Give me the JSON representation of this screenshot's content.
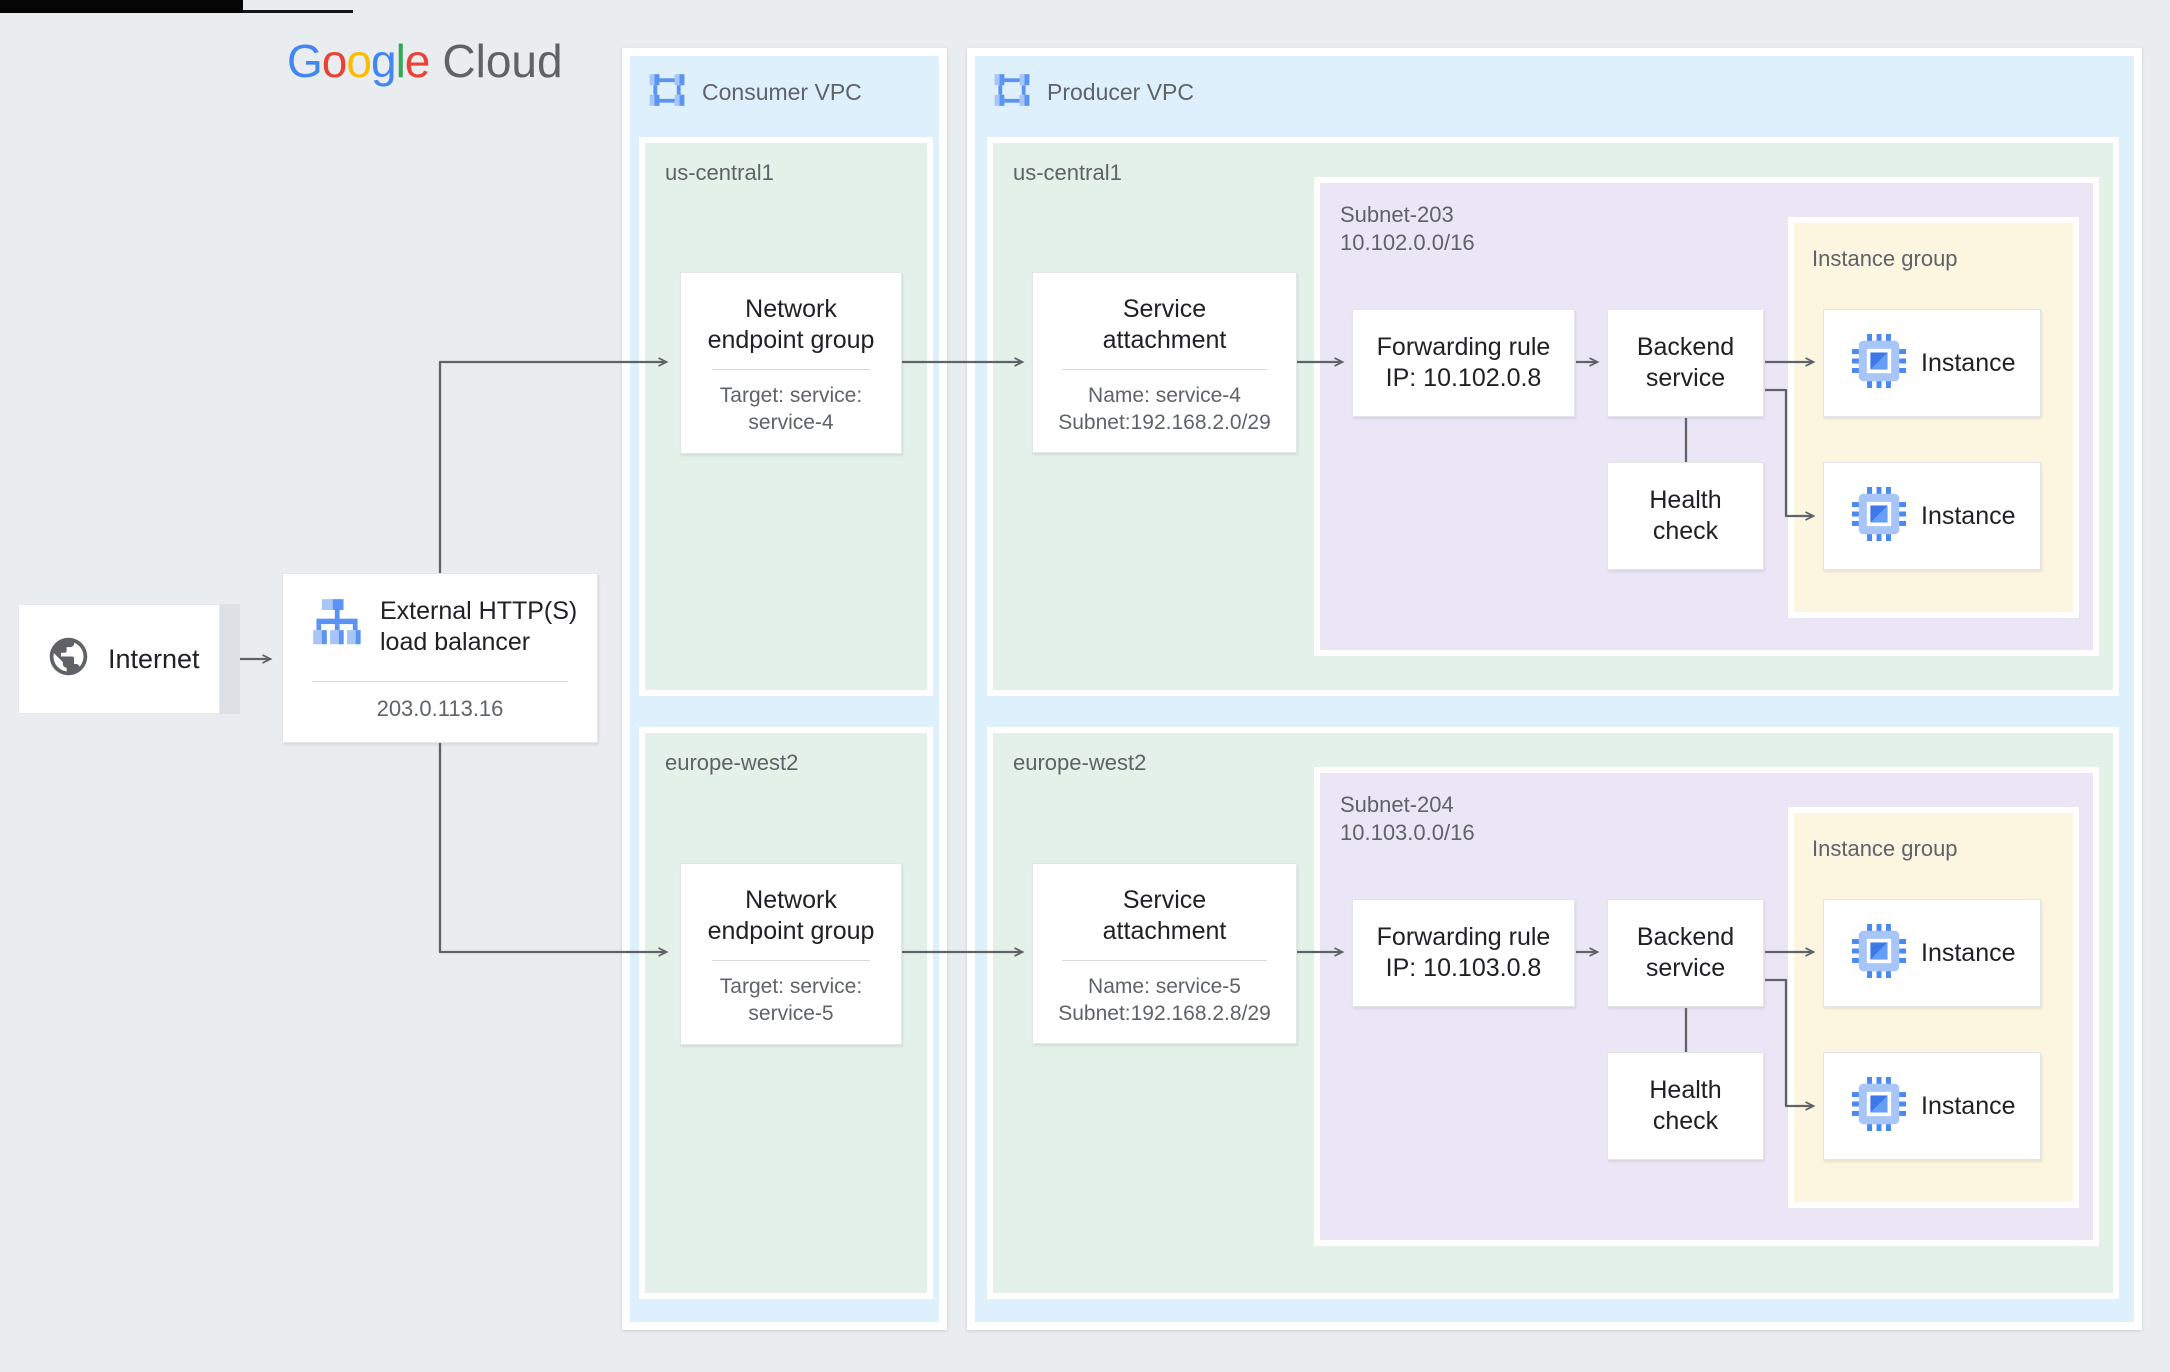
{
  "header": {
    "logo": {
      "g1": "G",
      "g2": "o",
      "g3": "o",
      "g4": "g",
      "g5": "l",
      "g6": "e",
      "cloud": "Cloud"
    }
  },
  "internet": {
    "label": "Internet"
  },
  "load_balancer": {
    "title1": "External HTTP(S)",
    "title2": "load balancer",
    "ip": "203.0.113.16"
  },
  "consumer_vpc": {
    "label": "Consumer VPC",
    "regions": [
      {
        "name": "us-central1",
        "neg": {
          "title1": "Network",
          "title2": "endpoint group",
          "detail1": "Target: service:",
          "detail2": "service-4"
        }
      },
      {
        "name": "europe-west2",
        "neg": {
          "title1": "Network",
          "title2": "endpoint group",
          "detail1": "Target: service:",
          "detail2": "service-5"
        }
      }
    ]
  },
  "producer_vpc": {
    "label": "Producer VPC",
    "regions": [
      {
        "name": "us-central1",
        "service_attachment": {
          "title1": "Service",
          "title2": "attachment",
          "detail1": "Name: service-4",
          "detail2": "Subnet:192.168.2.0/29"
        },
        "subnet": {
          "name": "Subnet-203",
          "cidr": "10.102.0.0/16"
        },
        "forwarding_rule": {
          "line1": "Forwarding rule",
          "line2": "IP: 10.102.0.8"
        },
        "backend_service": {
          "line1": "Backend",
          "line2": "service"
        },
        "health_check": {
          "line1": "Health",
          "line2": "check"
        },
        "instance_group": {
          "label": "Instance group",
          "instance1": "Instance",
          "instance2": "Instance"
        }
      },
      {
        "name": "europe-west2",
        "service_attachment": {
          "title1": "Service",
          "title2": "attachment",
          "detail1": "Name: service-5",
          "detail2": "Subnet:192.168.2.8/29"
        },
        "subnet": {
          "name": "Subnet-204",
          "cidr": "10.103.0.0/16"
        },
        "forwarding_rule": {
          "line1": "Forwarding rule",
          "line2": "IP: 10.103.0.8"
        },
        "backend_service": {
          "line1": "Backend",
          "line2": "service"
        },
        "health_check": {
          "line1": "Health",
          "line2": "check"
        },
        "instance_group": {
          "label": "Instance group",
          "instance1": "Instance",
          "instance2": "Instance"
        }
      }
    ]
  },
  "colors": {
    "page_bg": "#e9edf0",
    "vpc_fill": "#def0fb",
    "region_fill": "#e3f1e8",
    "subnet_fill": "#ebe6f6",
    "instance_group_fill": "#fcf5e0",
    "connector": "#5f6368",
    "google_blue": "#4285F4",
    "google_red": "#EA4335",
    "google_yellow": "#FBBC05",
    "google_green": "#34A853",
    "icon_blue_light": "#a8c5f8",
    "icon_blue_medium": "#5b93f5"
  }
}
